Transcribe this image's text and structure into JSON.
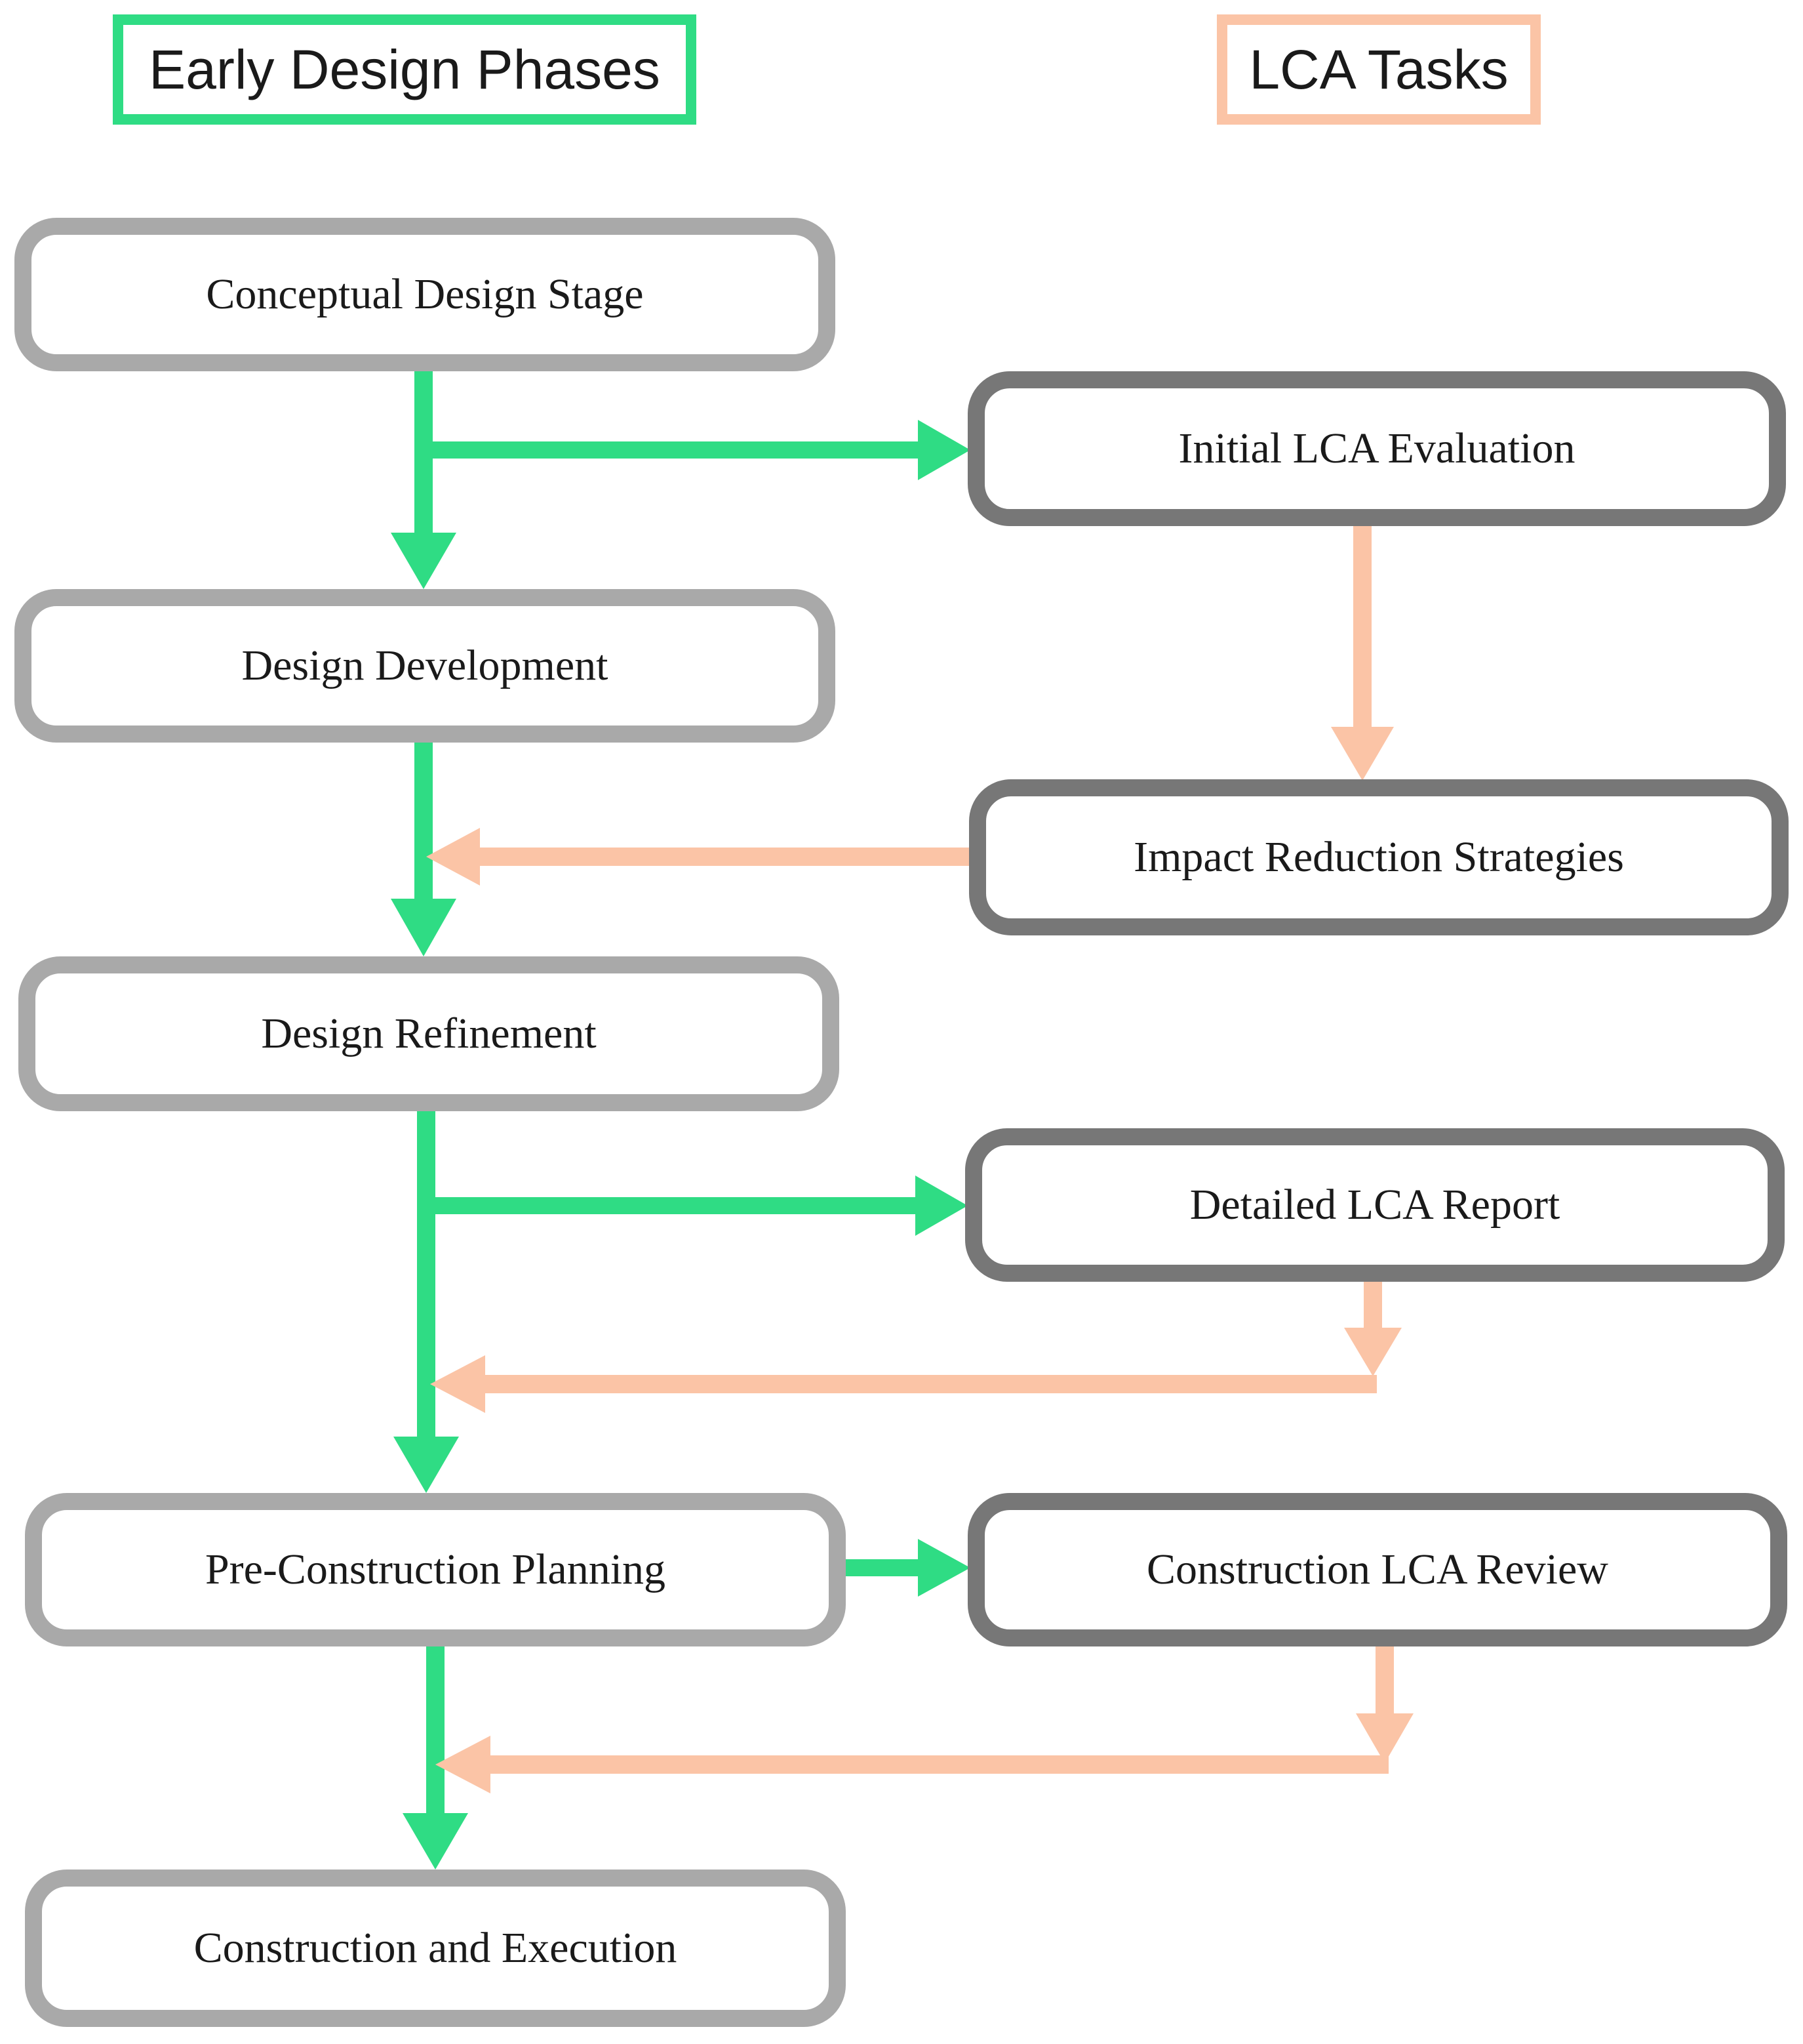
{
  "legend": {
    "phases_label": "Early Design Phases",
    "tasks_label": "LCA Tasks",
    "phases_color": "#2fdc84",
    "tasks_color": "#fbc4a6"
  },
  "phases": [
    {
      "label": "Conceptual Design Stage"
    },
    {
      "label": "Design Development"
    },
    {
      "label": "Design Refinement"
    },
    {
      "label": "Pre-Construction Planning"
    },
    {
      "label": "Construction and Execution"
    }
  ],
  "tasks": [
    {
      "label": "Initial LCA Evaluation"
    },
    {
      "label": "Impact Reduction Strategies"
    },
    {
      "label": "Detailed LCA Report"
    },
    {
      "label": "Construction LCA Review"
    }
  ],
  "colors": {
    "phase_border": "#a9a9a9",
    "task_border": "#777777",
    "phase_flow": "#2fdc84",
    "task_flow": "#fbc4a6"
  }
}
